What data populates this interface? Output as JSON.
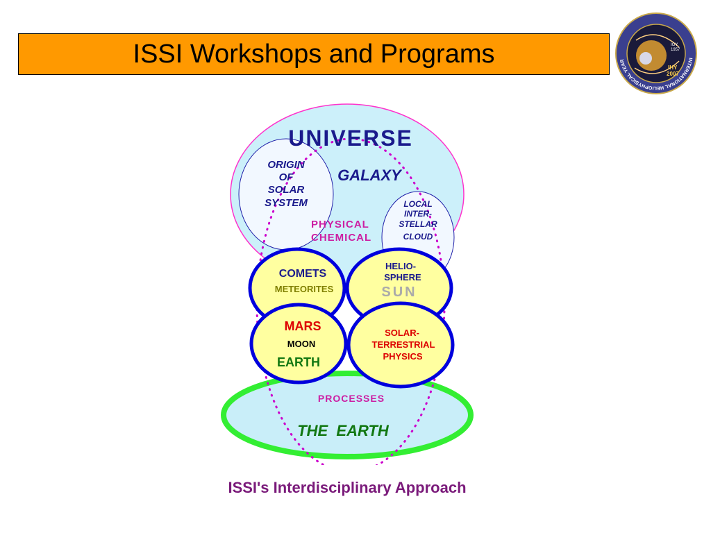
{
  "slide": {
    "title": "ISSI Workshops and Programs",
    "caption": "ISSI's Interdisciplinary Approach"
  },
  "logo": {
    "ring_text": "INTERNATIONAL HELIOPHYSICAL YEAR",
    "igy_label": "IGY",
    "igy_year": "1957",
    "ihy_label": "IHY",
    "ihy_year": "2007"
  },
  "diagram": {
    "universe": "UNIVERSE",
    "galaxy": "GALAXY",
    "origin_lines": [
      "ORIGIN",
      "OF",
      "SOLAR",
      "SYSTEM"
    ],
    "local_cloud_lines": [
      "LOCAL",
      "INTER-",
      "STELLAR",
      "CLOUD"
    ],
    "physical": "PHYSICAL",
    "chemical": "CHEMICAL",
    "comets": "COMETS",
    "meteorites": "METEORITES",
    "heliosphere_lines": [
      "HELIO-",
      "SPHERE"
    ],
    "sun": "SUN",
    "mars": "MARS",
    "moon": "MOON",
    "earth": "EARTH",
    "solar_terrestrial_lines": [
      "SOLAR-",
      "TERRESTRIAL",
      "PHYSICS"
    ],
    "processes": "PROCESSES",
    "the_earth": "THE  EARTH"
  },
  "colors": {
    "title_fill": "#FF9900",
    "universe_fill": "#CCF0FA",
    "universe_stroke": "#FF33CC",
    "origin_fill": "#F2F8FF",
    "origin_stroke": "#2222AA",
    "dotted_path": "#CC00CC",
    "circle_fill": "#FFFFA0",
    "circle_stroke": "#0000DD",
    "earth_ring": "#33EE33",
    "earth_fill": "#C9EEF9",
    "navy_text": "#1A1A8C",
    "magenta_text": "#CC1FA3",
    "red_text": "#DD0000",
    "olive_text": "#808000",
    "green_text": "#117711",
    "grey_text": "#AAAAAA",
    "caption_text": "#7A1A7A"
  }
}
